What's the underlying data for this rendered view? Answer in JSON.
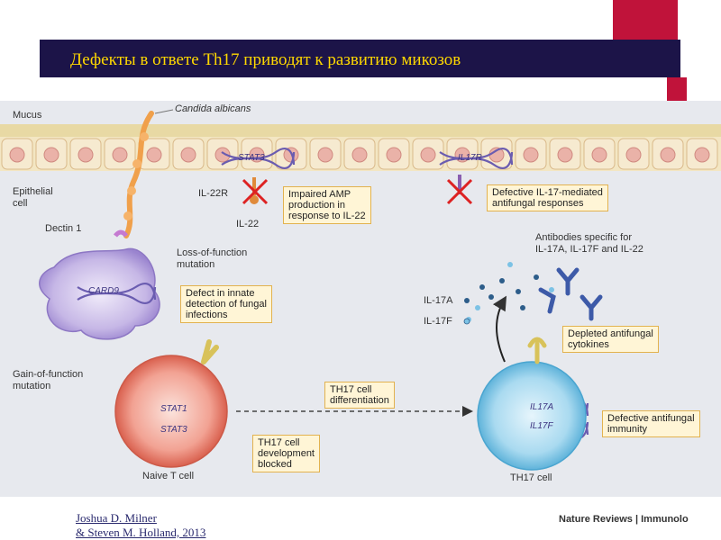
{
  "slide": {
    "title": "Дефекты в ответе Th17 приводят к  развитию микозов",
    "credit_author_1": "Joshua D. Milner",
    "credit_author_2": "& Steven M. Holland, 2013",
    "journal": "Nature Reviews | Immunolo"
  },
  "diagram": {
    "labels": {
      "mucus": "Mucus",
      "candida": "Candida albicans",
      "epithelial_1": "Epithelial",
      "epithelial_2": "cell",
      "il22r": "IL-22R",
      "il22": "IL-22",
      "dectin": "Dectin 1",
      "lof_1": "Loss-of-function",
      "lof_2": "mutation",
      "antibodies_1": "Antibodies specific for",
      "antibodies_2": "IL-17A, IL-17F and IL-22",
      "il17a": "IL-17A",
      "il17f": "IL-17F",
      "gof_1": "Gain-of-function",
      "gof_2": "mutation",
      "naive": "Naive T cell",
      "th17_cell": "TH17 cell"
    },
    "genes": {
      "stat3_epi": "STAT3",
      "il17r": "IL17R",
      "card9": "CARD9",
      "stat1": "STAT1",
      "stat3_naive": "STAT3",
      "il17a_gene": "IL17A",
      "il17f_gene": "IL17F"
    },
    "boxes": {
      "amp_1": "Impaired AMP",
      "amp_2": "production in",
      "amp_3": "response to IL-22",
      "il17_1": "Defective IL-17-mediated",
      "il17_2": "antifungal responses",
      "innate_1": "Defect in innate",
      "innate_2": "detection of fungal",
      "innate_3": "infections",
      "depleted_1": "Depleted antifungal",
      "depleted_2": "cytokines",
      "diff_1": "TH17 cell",
      "diff_2": "differentiation",
      "dev_1": "TH17 cell",
      "dev_2": "development",
      "dev_3": "blocked",
      "immunity_1": "Defective antifungal",
      "immunity_2": "immunity"
    }
  },
  "colors": {
    "title_bar": "#1c1448",
    "accent_red": "#c0133a",
    "title_text": "#ffd800"
  }
}
